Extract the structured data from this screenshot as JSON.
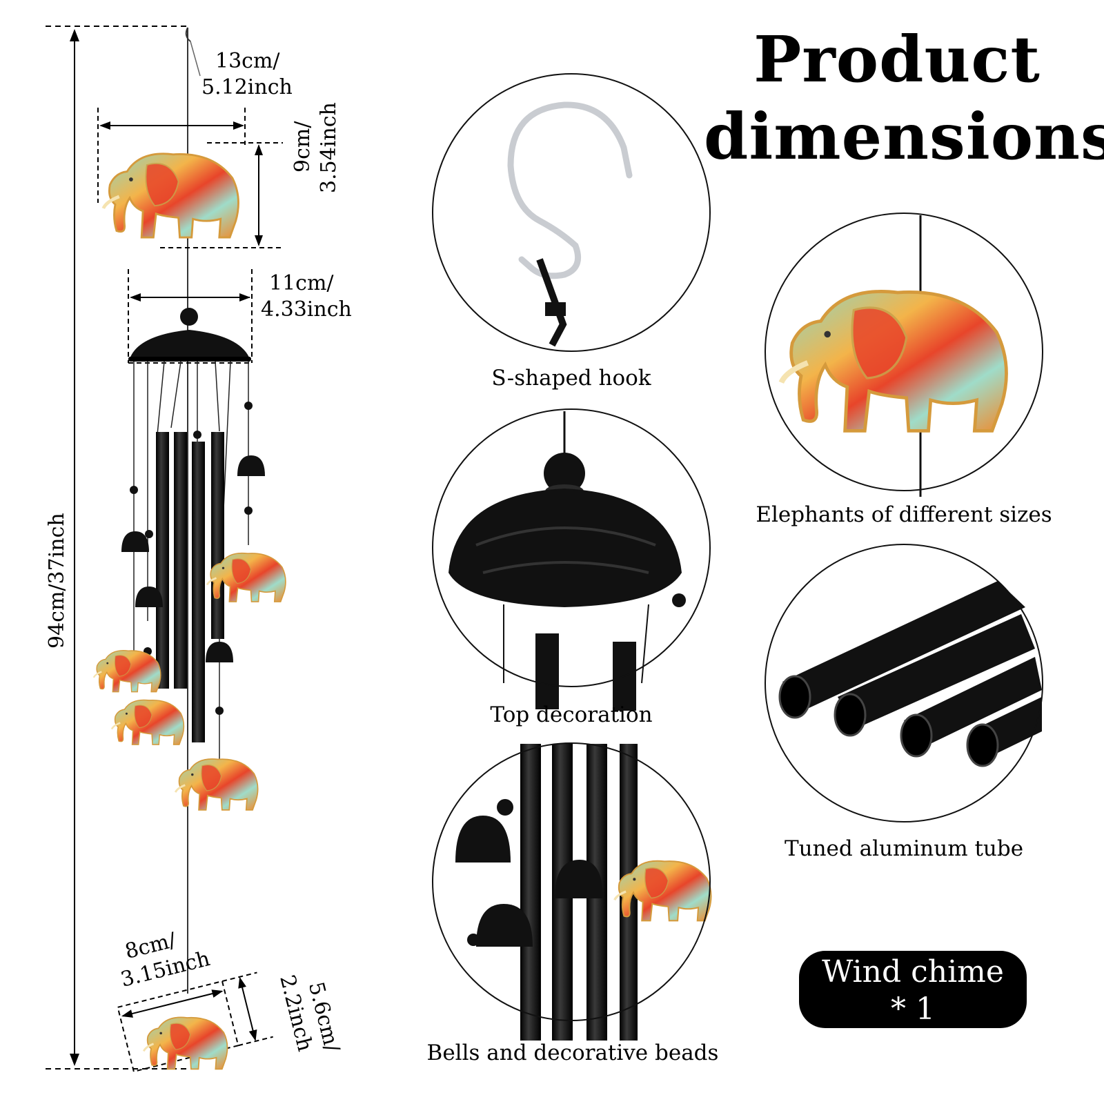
{
  "title": {
    "line1": "Product",
    "line2": "dimensions"
  },
  "dimensions": {
    "top_width": {
      "metric": "13cm/",
      "imperial": "5.12inch"
    },
    "top_height": {
      "metric": "9cm/",
      "imperial": "3.54inch"
    },
    "cap_width": {
      "metric": "11cm/",
      "imperial": "4.33inch"
    },
    "total_length": "94cm/37inch",
    "bottom_width": {
      "metric": "8cm/",
      "imperial": "3.15inch"
    },
    "bottom_height": {
      "metric": "5.6cm/",
      "imperial": "2.2inch"
    }
  },
  "captions": {
    "hook": "S-shaped hook",
    "elephants": "Elephants of different sizes",
    "top": "Top decoration",
    "tube": "Tuned aluminum tube",
    "bells": "Bells and decorative beads"
  },
  "badge": {
    "line1": "Wind chime",
    "line2": "* 1"
  },
  "colors": {
    "metal": "#111111",
    "elephant_orange": "#f08a2c",
    "elephant_red": "#e8452a",
    "elephant_teal": "#8fd6c2",
    "elephant_gold": "#e3c27a",
    "hook_silver": "#c9ccd1"
  }
}
